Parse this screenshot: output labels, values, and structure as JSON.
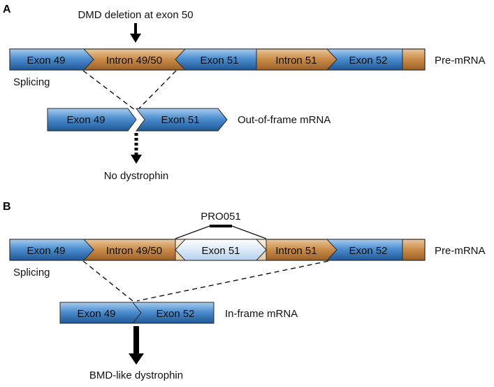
{
  "panel_a": {
    "letter": "A",
    "deletion_note": "DMD deletion at exon 50",
    "pre_mrna": {
      "exon49": "Exon 49",
      "intron4950": "Intron 49/50",
      "exon51": "Exon 51",
      "intron51": "Intron 51",
      "exon52": "Exon 52",
      "label": "Pre-mRNA"
    },
    "splicing": "Splicing",
    "mrna": {
      "exon49": "Exon 49",
      "exon51": "Exon 51",
      "label": "Out-of-frame mRNA"
    },
    "outcome": "No dystrophin"
  },
  "panel_b": {
    "letter": "B",
    "oligo": "PRO051",
    "pre_mrna": {
      "exon49": "Exon 49",
      "intron4950": "Intron 49/50",
      "exon51": "Exon 51",
      "intron51": "Intron 51",
      "exon52": "Exon 52",
      "label": "Pre-mRNA"
    },
    "splicing": "Splicing",
    "mrna": {
      "exon49": "Exon 49",
      "exon52": "Exon 52",
      "label": "In-frame mRNA"
    },
    "outcome": "BMD-like dystrophin"
  },
  "colors": {
    "exon": "#3f82c4",
    "exon_skipped": "#dbe9f7",
    "intron": "#c98a47",
    "outline": "#2a2a2a"
  }
}
